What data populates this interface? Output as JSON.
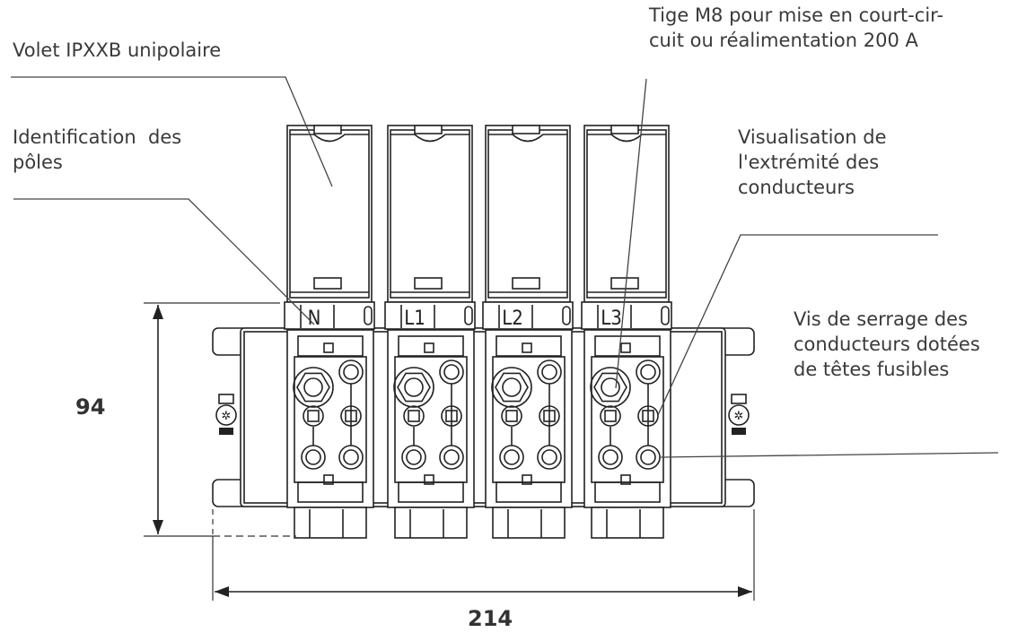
{
  "callouts": {
    "shutter": "Volet IPXXB unipolaire",
    "pole_id": "Identification  des\npôles",
    "rod": "Tige M8 pour mise en court-cir-\ncuit ou réalimentation 200 A",
    "conductor_view": "Visualisation de\nl'extrémité des\nconducteurs",
    "screws": "Vis de serrage des\nconducteurs dotées\nde têtes fusibles"
  },
  "dimensions": {
    "height": "94",
    "width": "214"
  },
  "poles": [
    "N",
    "L1",
    "L2",
    "L3"
  ]
}
